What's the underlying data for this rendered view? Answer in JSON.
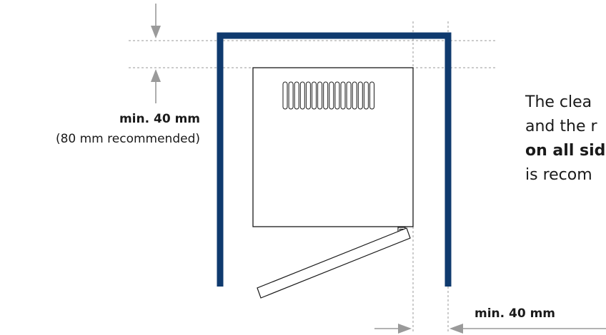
{
  "top_clearance": {
    "min_label": "min. 40 mm",
    "recommended_label": "(80 mm recommended)"
  },
  "side_clearance": {
    "min_label": "min. 40 mm"
  },
  "description": {
    "line1": "The clea",
    "line2": "and the r",
    "line3_bold": "on all sid",
    "line4": "is recom"
  },
  "colors": {
    "niche": "#0f3a6e",
    "dashed": "#9a9a9a",
    "arrow": "#9a9a9a",
    "appliance_outline": "#1a1a1a"
  }
}
